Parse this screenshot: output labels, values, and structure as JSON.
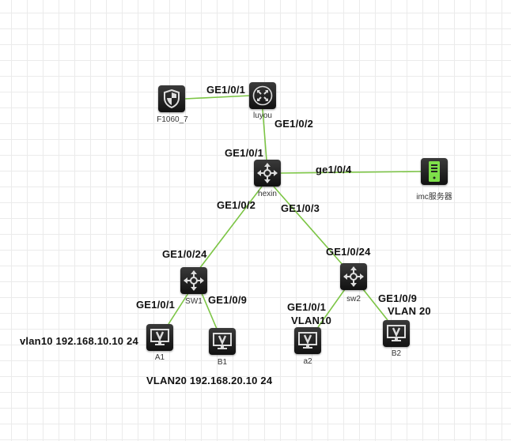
{
  "devices": {
    "firewall": {
      "name": "F1060_7",
      "icon": "firewall-shield-icon"
    },
    "router": {
      "name": "luyou",
      "icon": "router-icon"
    },
    "core": {
      "name": "hexin",
      "icon": "switch-icon"
    },
    "server": {
      "name": "imc服务器",
      "icon": "server-icon"
    },
    "sw1": {
      "name": "SW1",
      "icon": "switch-icon"
    },
    "sw2": {
      "name": "sw2",
      "icon": "switch-icon"
    },
    "a1": {
      "name": "A1",
      "icon": "pc-icon"
    },
    "b1": {
      "name": "B1",
      "icon": "pc-icon"
    },
    "a2": {
      "name": "a2",
      "icon": "pc-icon"
    },
    "b2": {
      "name": "B2",
      "icon": "pc-icon"
    }
  },
  "labels": {
    "fw_router": "GE1/0/1",
    "router_down": "GE1/0/2",
    "core_up": "GE1/0/1",
    "core_server": "ge1/0/4",
    "core_sw1": "GE1/0/2",
    "core_sw2": "GE1/0/3",
    "sw1_up": "GE1/0/24",
    "sw2_up": "GE1/0/24",
    "sw1_a1": "GE1/0/1",
    "sw1_b1": "GE1/0/9",
    "a1_ip": "vlan10 192.168.10.10 24",
    "b1_ip": "VLAN20 192.168.20.10 24",
    "sw2_a2": "GE1/0/1",
    "a2_vlan": "VLAN10",
    "sw2_b2": "GE1/0/9",
    "b2_vlan": "VLAN 20"
  },
  "colors": {
    "link": "#7cc545",
    "server_accent": "#7ee04a"
  }
}
